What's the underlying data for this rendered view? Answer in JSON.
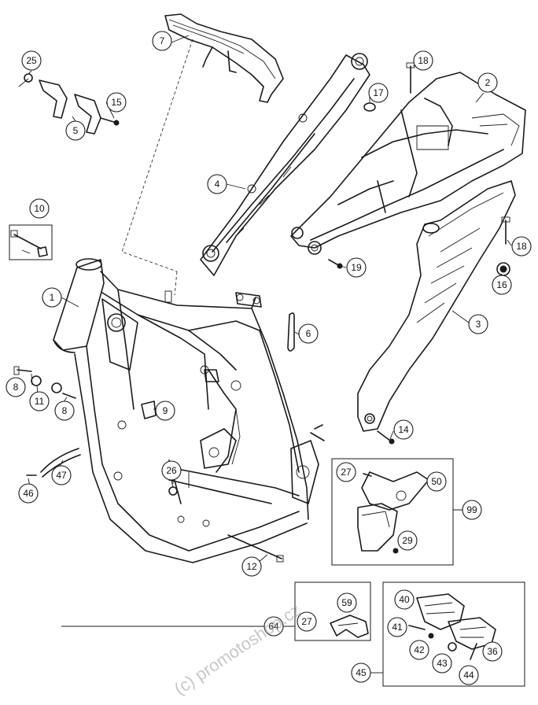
{
  "watermark": "(c) promotoshop.cz",
  "callouts": {
    "c1": "1",
    "c2": "2",
    "c3": "3",
    "c4": "4",
    "c5": "5",
    "c6": "6",
    "c7": "7",
    "c8a": "8",
    "c8b": "8",
    "c9": "9",
    "c10": "10",
    "c11": "11",
    "c12": "12",
    "c14": "14",
    "c15": "15",
    "c16": "16",
    "c17": "17",
    "c18a": "18",
    "c18b": "18",
    "c19": "19",
    "c25": "25",
    "c26": "26",
    "c27a": "27",
    "c27b": "27",
    "c29": "29",
    "c36": "36",
    "c40": "40",
    "c41": "41",
    "c42": "42",
    "c43": "43",
    "c44": "44",
    "c45": "45",
    "c46": "46",
    "c47": "47",
    "c50": "50",
    "c59": "59",
    "c64": "64",
    "c99": "99"
  }
}
